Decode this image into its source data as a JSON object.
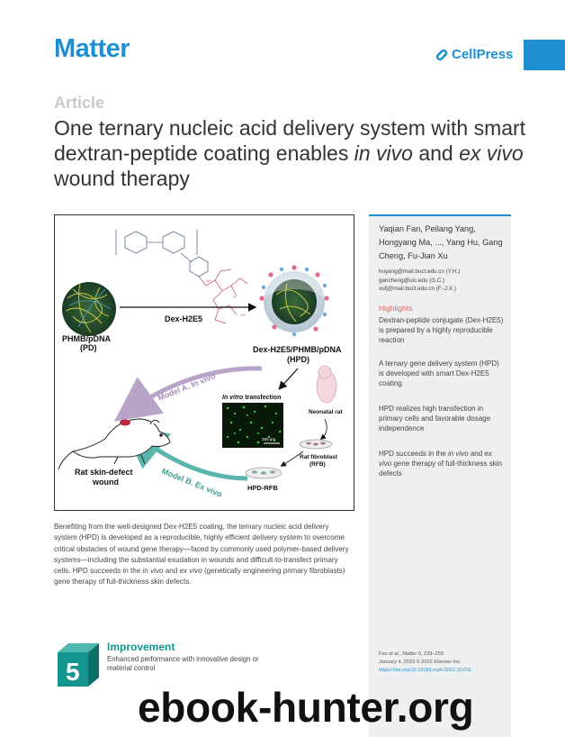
{
  "header": {
    "journal": "Matter",
    "publisher": "CellPress",
    "article_type": "Article"
  },
  "title": {
    "part1": "One ternary nucleic acid delivery system with smart dextran-peptide coating enables ",
    "italic1": "in vivo",
    "part2": " and ",
    "italic2": "ex vivo",
    "part3": " wound therapy"
  },
  "figure": {
    "molecule_label": "Dex-H2E5",
    "pd_label_line1": "PHMB/pDNA",
    "pd_label_line2": "(PD)",
    "hpd_label_line1": "Dex-H2E5/PHMB/pDNA",
    "hpd_label_line2": "(HPD)",
    "model_a": "Model A. In vivo",
    "model_b": "Model B. Ex vivo",
    "in_vitro": "In vitro",
    "transfection": " transfection",
    "scale_bar": "250 μm",
    "neonatal_rat": "Neonatal rat",
    "rfb_line1": "Rat fibroblast",
    "rfb_line2": "(RFB)",
    "hpd_rfb": "HPD-RFB",
    "wound_line1": "Rat skin-defect",
    "wound_line2": "wound"
  },
  "sidebar": {
    "authors": "Yaqian Fan, Peilang Yang, Hongyang Ma, ..., Yang Hu, Gang Cheng, Fu-Jian Xu",
    "emails": [
      "huyang@mail.buct.edu.cn (Y.H.)",
      "gancheng@uic.edu (G.C.)",
      "xufj@mail.buct.edu.cn (F.-J.X.)"
    ],
    "highlights_title": "Highlights",
    "highlights": {
      "h1": "Dextran-peptide conjugate (Dex-H2E5) is prepared by a highly reproducible reaction",
      "h2": "A ternary gene delivery system (HPD) is developed with smart Dex-H2E5 coating",
      "h3": "HPD realizes high transfection in primary cells and favorable dosage independence",
      "h4_part1": "HPD succeeds in the ",
      "h4_italic1": "in vivo",
      "h4_part2": " and ",
      "h4_italic2": "ex vivo",
      "h4_part3": " gene therapy of full-thickness skin defects"
    },
    "citation": {
      "line1": "Fan et al., Matter 6, 239–259",
      "line2": "January 4, 2023 © 2022 Elsevier Inc.",
      "doi": "https://doi.org/10.1016/j.matt.2022.10.011"
    }
  },
  "abstract": {
    "part1": "Benefiting from the well-designed Dex-H2E5 coating, the ternary nucleic acid delivery system (HPD) is developed as a reproducible, highly efficient delivery system to overcome critical obstacles of wound gene therapy—faced by commonly used polymer-based delivery systems—including the substantial exudation in wounds and difficult-to-transfect primary cells. HPD succeeds in the ",
    "italic1": "in vivo",
    "part2": " and ",
    "italic2": "ex vivo",
    "part3": " (genetically engineering primary fibroblasts) gene therapy of full-thickness skin defects."
  },
  "badge": {
    "number": "5",
    "title": "Improvement",
    "description": "Enhanced performance with innovative design or material control"
  },
  "watermark": "ebook-hunter.org",
  "colors": {
    "brand_blue": "#1d8fd2",
    "highlight_red": "#e0655f",
    "teal": "#12968f",
    "purple_arrow": "#b9a3c8",
    "teal_arrow": "#5ab5ac"
  }
}
